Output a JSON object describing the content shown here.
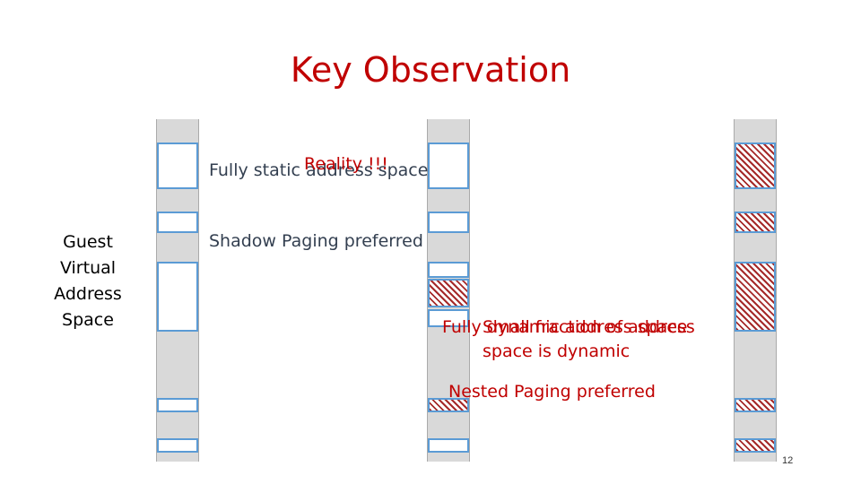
{
  "title": "Key Observation",
  "side_label": "Guest Virtual Address Space",
  "labels": {
    "fully_static": "Fully static address space",
    "reality": "Reality !!!",
    "shadow": "Shadow Paging preferred",
    "fully_dynamic": "Fully dynamic address space",
    "small_fraction": "Small fraction of address",
    "space_dynamic": "space is dynamic",
    "nested": "Nested Paging preferred"
  },
  "page_number": "12",
  "colors": {
    "title": "#c00000",
    "segment_border": "#5b9bd5",
    "hatch": "#a52a2a",
    "bar": "#d9d9d9"
  }
}
